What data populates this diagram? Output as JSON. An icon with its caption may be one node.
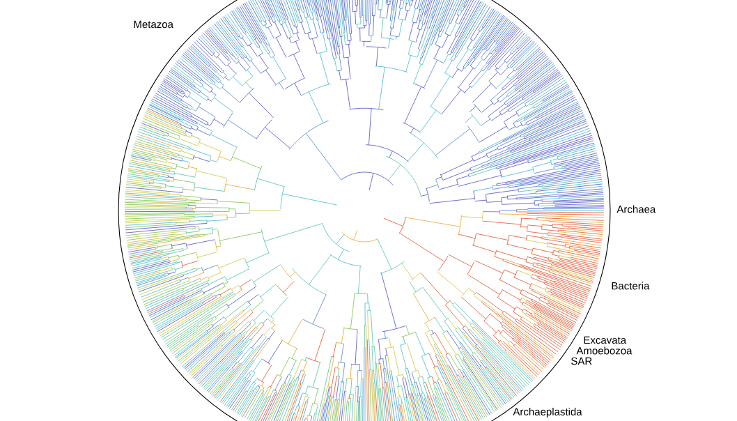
{
  "diagram": {
    "labels": [
      "Metazoa",
      "Archaea",
      "Bacteria",
      "Excavata",
      "Amoebozoa",
      "SAR",
      "Archaeplastida"
    ]
  }
}
